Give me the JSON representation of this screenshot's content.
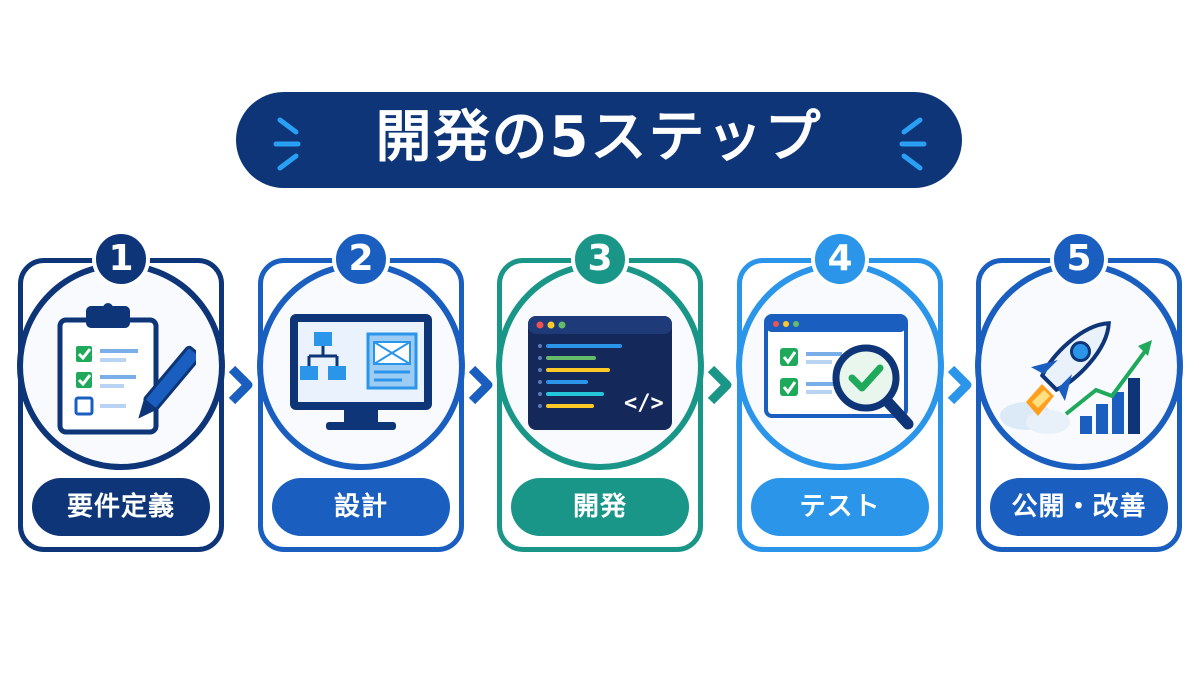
{
  "title": "開発の5ステップ",
  "colors": {
    "navy": "#0d3578",
    "blue": "#1a5fc0",
    "teal": "#1a9688",
    "sky": "#2b95ea",
    "accent": "#2aa0f5",
    "check": "#1eaa5a"
  },
  "steps": [
    {
      "number": "1",
      "label": "要件定義",
      "icon": "clipboard-checklist-icon",
      "color": "#0d3578"
    },
    {
      "number": "2",
      "label": "設計",
      "icon": "monitor-flowchart-icon",
      "color": "#1a5fc0"
    },
    {
      "number": "3",
      "label": "開発",
      "icon": "code-editor-icon",
      "color": "#1a9688"
    },
    {
      "number": "4",
      "label": "テスト",
      "icon": "browser-magnifier-check-icon",
      "color": "#2b95ea"
    },
    {
      "number": "5",
      "label": "公開・改善",
      "icon": "rocket-growth-chart-icon",
      "color": "#1a5fc0"
    }
  ]
}
